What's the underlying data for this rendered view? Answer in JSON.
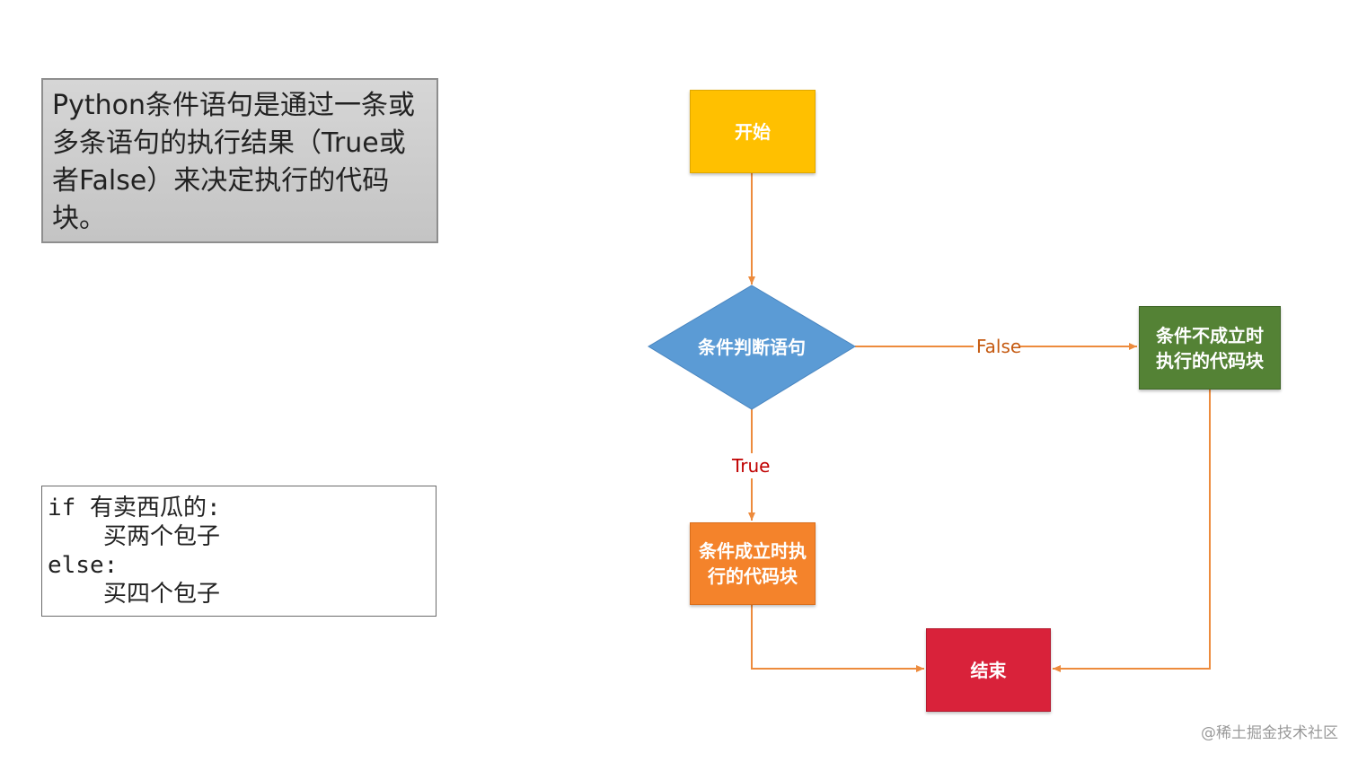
{
  "description": "Python条件语句是通过一条或多条语句的执行结果（True或者False）来决定执行的代码块。",
  "code": {
    "line1": "if 有卖西瓜的:",
    "line2": "买两个包子",
    "line3": "else:",
    "line4": "买四个包子"
  },
  "flow": {
    "start": "开始",
    "condition": "条件判断语句",
    "true_block": "条件成立时执行的代码块",
    "false_block": "条件不成立时执行的代码块",
    "end": "结束",
    "true_label": "True",
    "false_label": "False"
  },
  "colors": {
    "start": "#ffc000",
    "condition": "#5b9bd5",
    "true_block": "#f4832b",
    "false_block": "#548235",
    "end": "#d9223a",
    "arrow": "#ed8b3d",
    "true_label": "#c00000",
    "false_label": "#c55a11"
  },
  "watermark": "@稀土掘金技术社区"
}
